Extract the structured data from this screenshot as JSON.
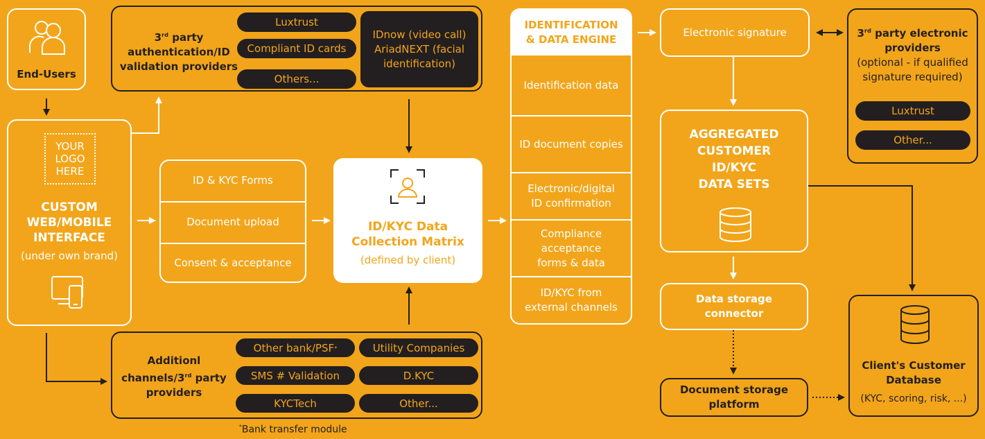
{
  "end_users": {
    "label": "End-Users"
  },
  "custom_interface": {
    "logo_lines": [
      "YOUR",
      "LOGO",
      "HERE"
    ],
    "title_lines": [
      "CUSTOM",
      "WEB/MOBILE",
      "INTERFACE"
    ],
    "subtitle": "(under own brand)"
  },
  "third_party_auth": {
    "title_prefix": "3",
    "title_sup": "rd",
    "title_line1_rest": " party",
    "title_line2": "authentication/ID",
    "title_line3": "validation providers",
    "pills": [
      "Luxtrust",
      "Compliant ID cards",
      "Others..."
    ],
    "video_lines": [
      "IDnow (video call)",
      "AriadNEXT (facial",
      "identification)"
    ]
  },
  "forms": {
    "items": [
      "ID & KYC Forms",
      "Document upload",
      "Consent & acceptance"
    ]
  },
  "matrix": {
    "title_lines": [
      "ID/KYC Data",
      "Collection Matrix"
    ],
    "subtitle": "(defined by client)"
  },
  "additional": {
    "title_line1": "Additionl",
    "title_line2_prefix": "channels/3",
    "title_line2_sup": "rd",
    "title_line2_rest": " party",
    "title_line3": "providers",
    "pills": [
      {
        "text": "Other bank/PSF",
        "sup": "*"
      },
      {
        "text": "Utility Companies",
        "sup": ""
      },
      {
        "text": "SMS # Validation",
        "sup": ""
      },
      {
        "text": "D.KYC",
        "sup": ""
      },
      {
        "text": "KYCTech",
        "sup": ""
      },
      {
        "text": "Other...",
        "sup": ""
      }
    ],
    "footnote_star": "*",
    "footnote": "Bank transfer module"
  },
  "engine": {
    "title_lines": [
      "IDENTIFICATION",
      "& DATA ENGINE"
    ],
    "items": [
      [
        "Identification data"
      ],
      [
        "ID document copies"
      ],
      [
        "Electronic/digital",
        "ID confirmation"
      ],
      [
        "Compliance",
        "acceptance",
        "forms & data"
      ],
      [
        "ID/KYC from",
        "external channels"
      ]
    ]
  },
  "esignature": {
    "label": "Electronic signature"
  },
  "esig_providers": {
    "title_prefix": "3",
    "title_sup": "rd",
    "title_line1_rest": " party electronic",
    "title_line2": "providers",
    "subtitle_lines": [
      "(optional - if qualified",
      "signature required)"
    ],
    "pills": [
      "Luxtrust",
      "Other..."
    ]
  },
  "aggregated": {
    "title_lines": [
      "AGGREGATED",
      "CUSTOMER",
      "ID/KYC",
      "DATA SETS"
    ]
  },
  "connector": {
    "title_lines": [
      "Data storage",
      "connector"
    ]
  },
  "doc_storage": {
    "title_lines": [
      "Document storage",
      "platform"
    ]
  },
  "client_db": {
    "title_lines": [
      "Client's Customer",
      "Database"
    ],
    "subtitle": "(KYC, scoring, risk, ...)"
  },
  "colors": {
    "background": "#F2A51A",
    "dark": "#231F20",
    "white": "#FFFFFF"
  }
}
